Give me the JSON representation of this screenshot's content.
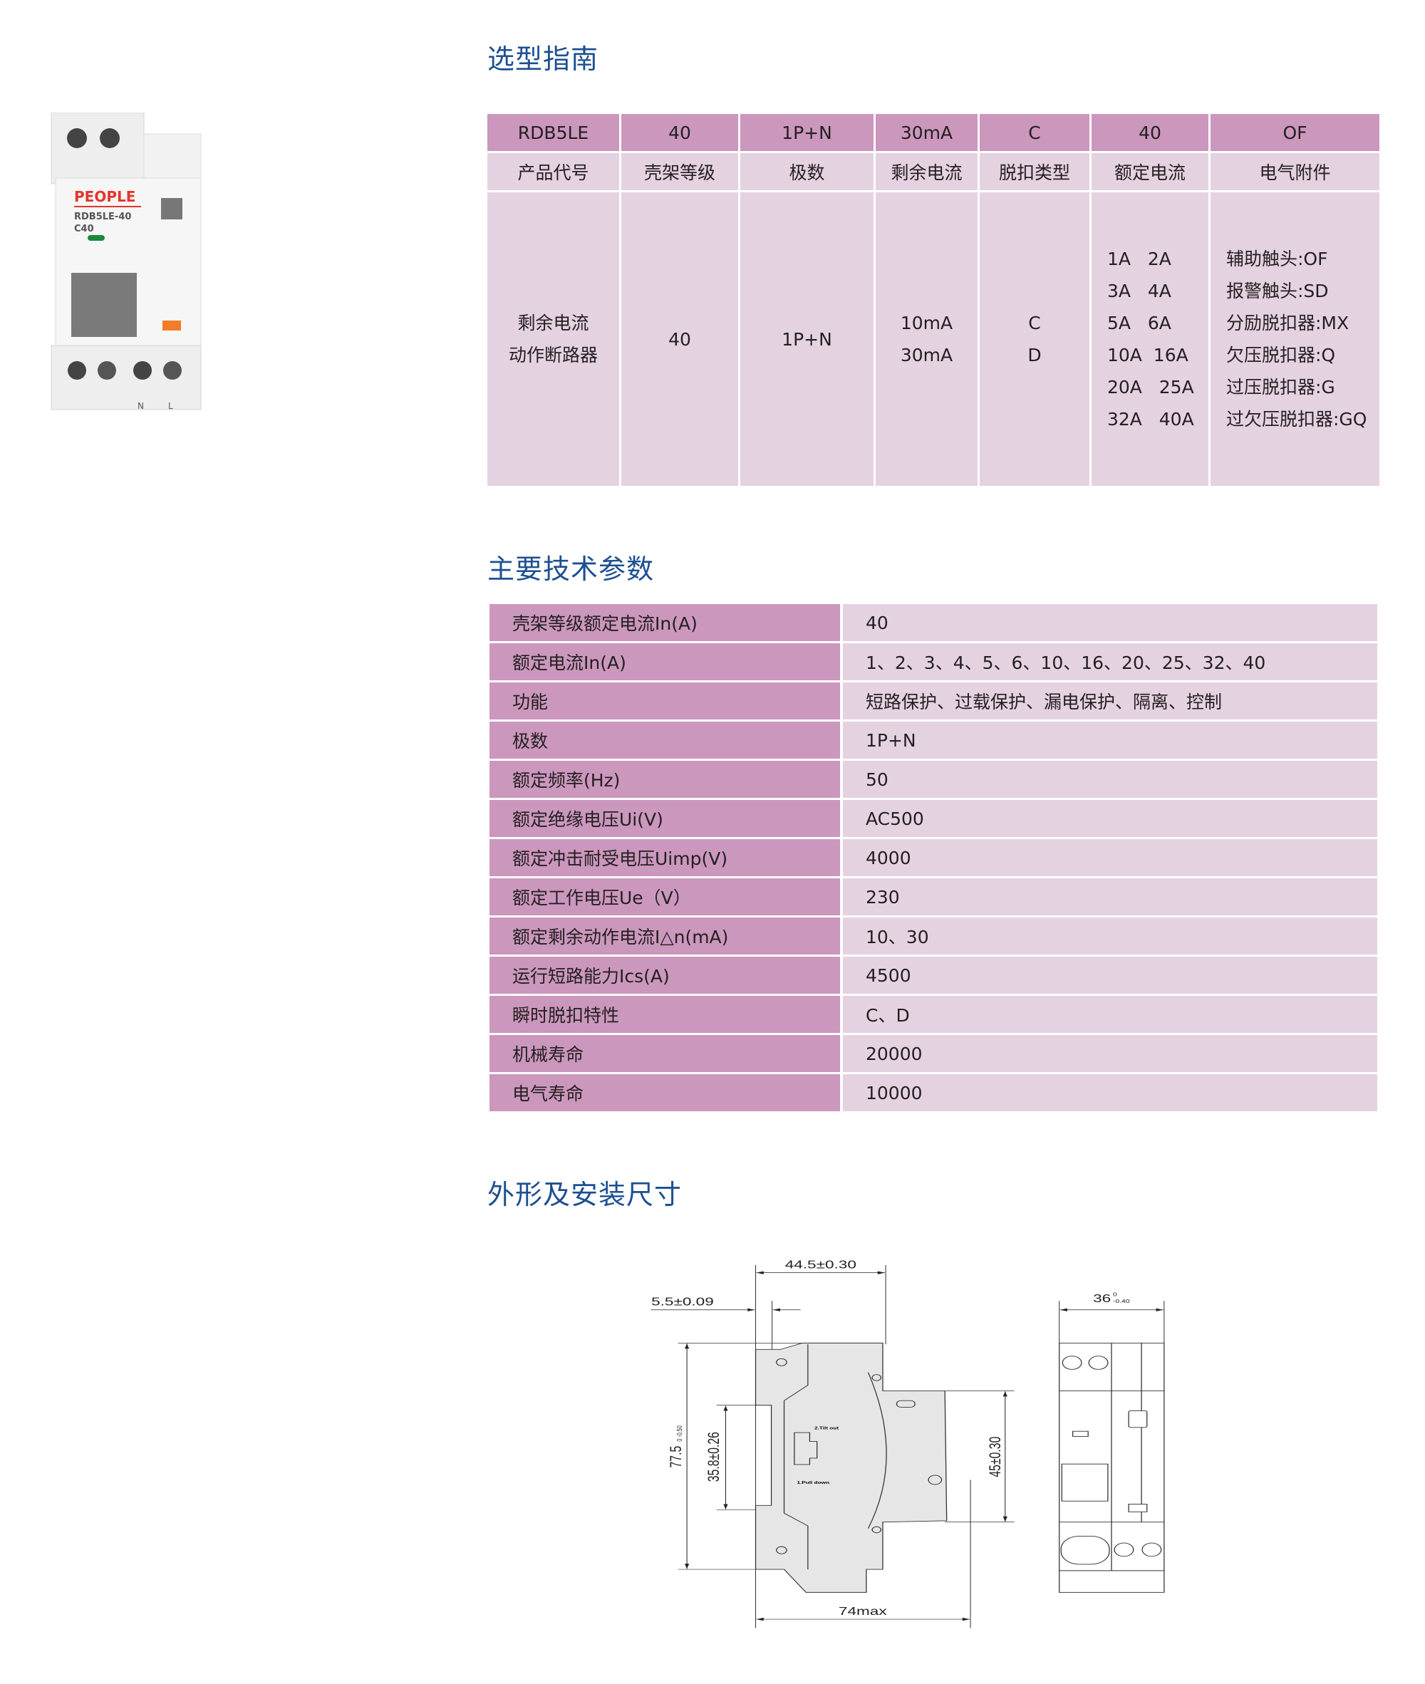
{
  "sections": {
    "selection_title": "选型指南",
    "params_title": "主要技术参数",
    "dimensions_title": "外形及安装尺寸"
  },
  "selection_table": {
    "example_row": [
      "RDB5LE",
      "40",
      "1P+N",
      "30mA",
      "C",
      "40",
      "OF"
    ],
    "header_row": [
      "产品代号",
      "壳架等级",
      "极数",
      "剩余电流",
      "脱扣类型",
      "额定电流",
      "电气附件"
    ],
    "body": {
      "product": [
        "剩余电流",
        "动作断路器"
      ],
      "frame": "40",
      "poles": "1P+N",
      "residual": [
        "10mA",
        "30mA"
      ],
      "trip": [
        "C",
        "D"
      ],
      "rated": [
        "1A   2A",
        "3A   4A",
        "5A   6A",
        "10A  16A",
        "20A   25A",
        "32A   40A"
      ],
      "accessories": [
        "辅助触头:OF",
        "报警触头:SD",
        "分励脱扣器:MX",
        "欠压脱扣器:Q",
        "过压脱扣器:G",
        "过欠压脱扣器:GQ"
      ]
    }
  },
  "params_table": [
    {
      "k": "壳架等级额定电流In(A)",
      "v": "40"
    },
    {
      "k": "额定电流In(A)",
      "v": "1、2、3、4、5、6、10、16、20、25、32、40"
    },
    {
      "k": "功能",
      "v": "短路保护、过载保护、漏电保护、隔离、控制"
    },
    {
      "k": "极数",
      "v": "1P+N"
    },
    {
      "k": "额定频率(Hz)",
      "v": "50"
    },
    {
      "k": "额定绝缘电压Ui(V)",
      "v": "AC500"
    },
    {
      "k": "额定冲击耐受电压Uimp(V)",
      "v": "4000"
    },
    {
      "k": "额定工作电压Ue（V）",
      "v": "230"
    },
    {
      "k": "额定剩余动作电流I△n(mA)",
      "v": "10、30"
    },
    {
      "k": "运行短路能力Ics(A)",
      "v": "4500"
    },
    {
      "k": "瞬时脱扣特性",
      "v": "C、D"
    },
    {
      "k": "机械寿命",
      "v": "20000"
    },
    {
      "k": "电气寿命",
      "v": "10000"
    }
  ],
  "product_image": {
    "brand": "PEOPLE",
    "model": "RDB5LE-40",
    "rating": "C40",
    "terminals": [
      "N",
      "L"
    ]
  },
  "dimensions": {
    "width_top": "44.5±0.30",
    "offset": "5.5±0.09",
    "height": "77.5",
    "height_tol": "0 -0.50",
    "rail": "35.8±0.26",
    "front": "45±0.30",
    "depth": "74max",
    "width_side": "36",
    "width_side_tol_up": "0",
    "width_side_tol_low": "-0.40",
    "label_tilt": "2.Tilt out",
    "label_pull": "1.Pull down"
  },
  "colors": {
    "accent": "#1d4f91",
    "header": "#cb97bd",
    "cell": "#e5d2e1"
  }
}
